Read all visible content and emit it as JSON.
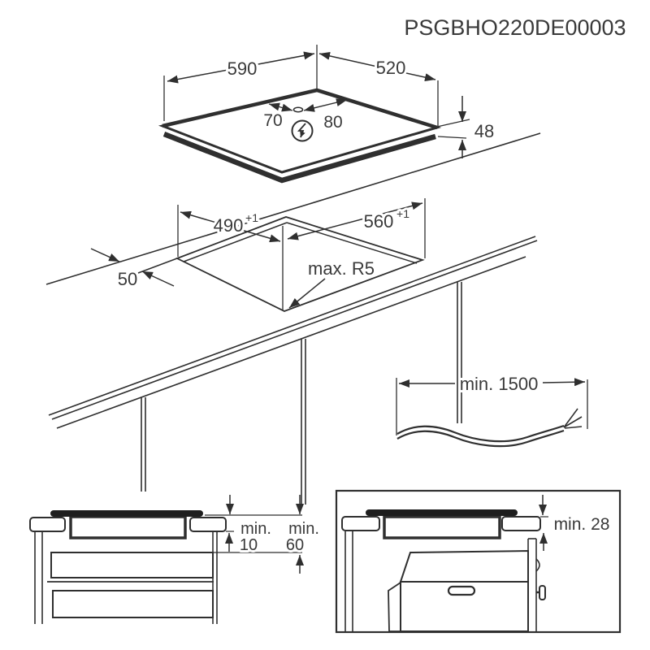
{
  "header": {
    "code": "PSGBHO220DE00003"
  },
  "hob_view": {
    "width": "590",
    "depth": "520",
    "cable_offset_left": "70",
    "cable_offset_right": "80",
    "height": "48",
    "electrical_icon": "lightning-in-circle"
  },
  "cutout_view": {
    "width": "490",
    "width_tolerance": "+1",
    "depth": "560",
    "depth_tolerance": "+1",
    "edge_distance": "50",
    "corner_radius": "max. R5"
  },
  "cable_view": {
    "length": "min. 1500"
  },
  "clearance_left_view": {
    "label_1": "min.",
    "value_1": "10",
    "label_2": "min.",
    "value_2": "60"
  },
  "clearance_right_view": {
    "label": "min. 28"
  },
  "colors": {
    "line": "#2f2f2f",
    "text": "#3a3a3a",
    "background": "#ffffff",
    "hob_glass": "#1e1e1e"
  }
}
